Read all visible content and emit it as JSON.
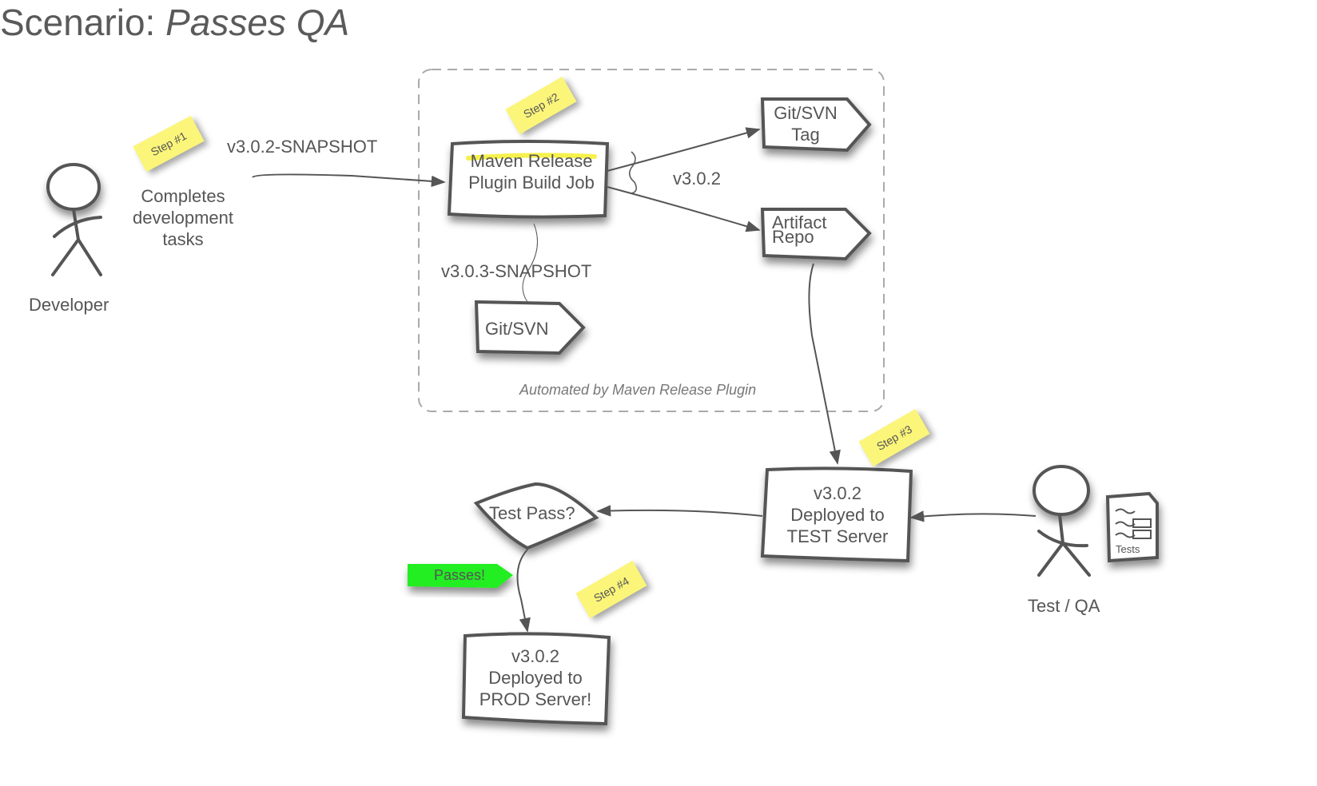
{
  "title": {
    "prefix": "Scenario:",
    "emphasis": "Passes QA"
  },
  "actors": {
    "developer": {
      "label": "Developer"
    },
    "tester": {
      "label": "Test / QA",
      "doc_label": "Tests"
    }
  },
  "steps": [
    "Step #1",
    "Step #2",
    "Step #3",
    "Step #4"
  ],
  "labels": {
    "dev_task": [
      "Completes",
      "development",
      "tasks"
    ],
    "snapshot_in": "v3.0.2-SNAPSHOT",
    "release_version": "v3.0.2",
    "snapshot_next": "v3.0.3-SNAPSHOT",
    "automated_caption": "Automated by Maven Release Plugin",
    "passes": "Passes!"
  },
  "nodes": {
    "maven_job": [
      "Maven Release",
      "Plugin Build Job"
    ],
    "git_tag": [
      "Git/SVN",
      "Tag"
    ],
    "artifact_repo": [
      "Artifact",
      "Repo"
    ],
    "git_svn": [
      "Git/SVN"
    ],
    "test_server": [
      "v3.0.2",
      "Deployed to",
      "TEST Server"
    ],
    "test_pass": [
      "Test Pass?"
    ],
    "prod_server": [
      "v3.0.2",
      "Deployed to",
      "PROD Server!"
    ]
  },
  "colors": {
    "sticky": "#fbf57a",
    "passes": "#22ee22",
    "highlight": "#f5f03a",
    "stroke": "#555555"
  }
}
